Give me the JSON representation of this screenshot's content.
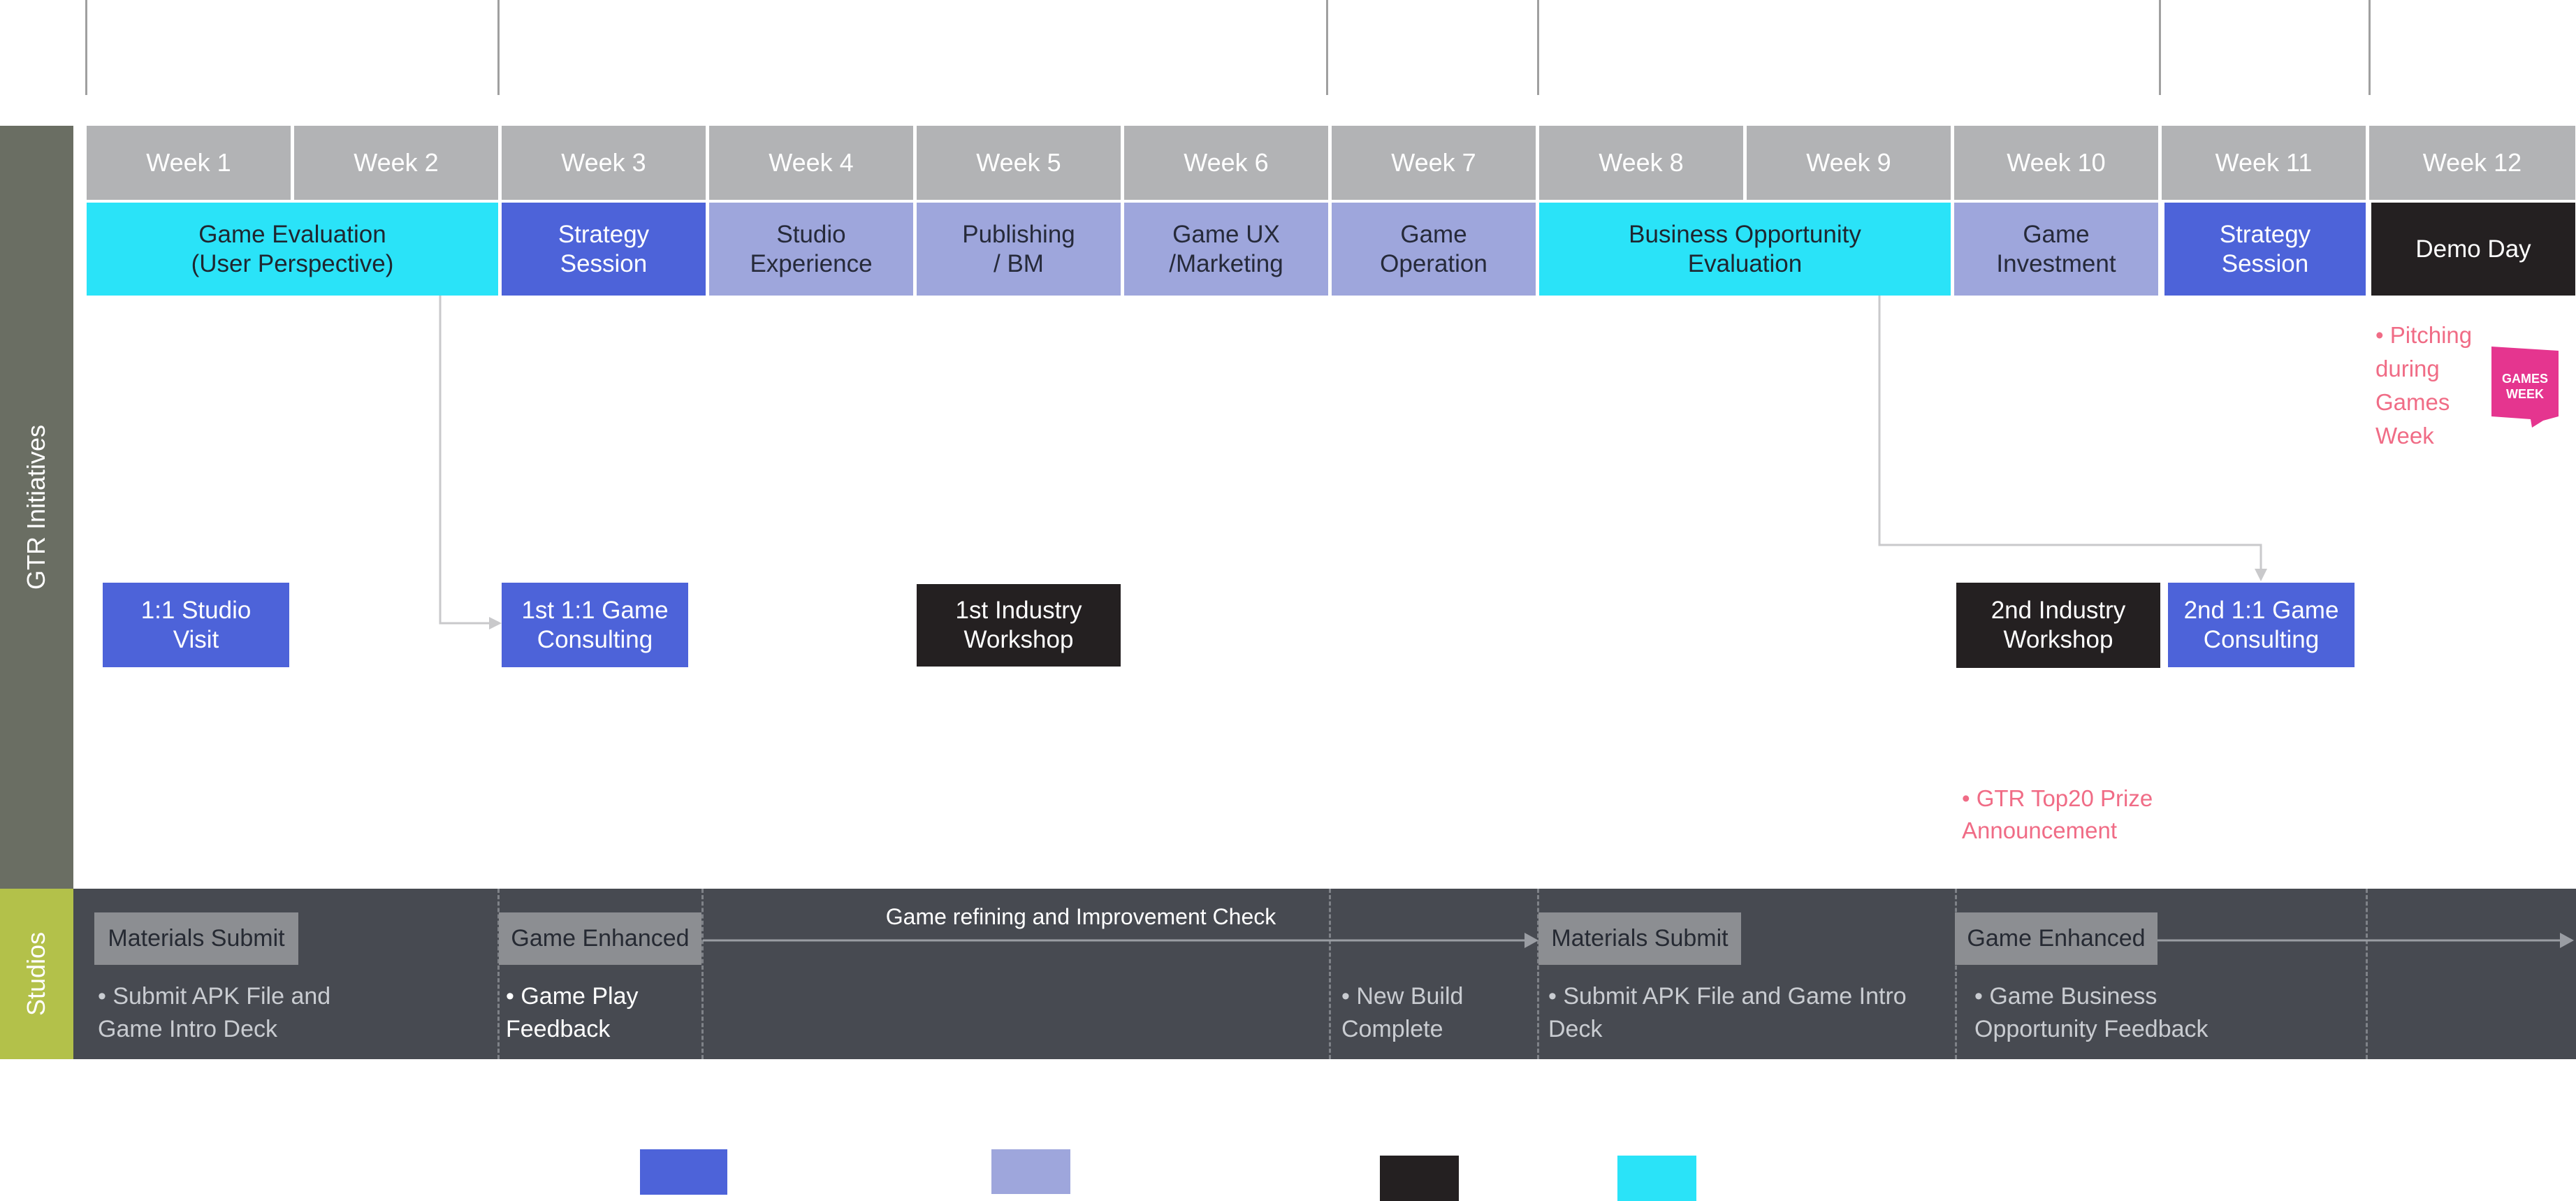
{
  "colors": {
    "week_header": "#b2b3b5",
    "strategy_blue": "#4d63d9",
    "lavender": "#9ea6dc",
    "dark": "#242021",
    "cyan": "#2ae3f8",
    "initiatives_sidebar": "#6a6e63",
    "studios_sidebar": "#b3c14a",
    "studios_band": "#474a51",
    "pink_note": "#f06c86"
  },
  "weeks": [
    "Week 1",
    "Week 2",
    "Week 3",
    "Week 4",
    "Week 5",
    "Week 6",
    "Week 7",
    "Week 8",
    "Week 9",
    "Week 10",
    "Week 11",
    "Week 12"
  ],
  "phases": [
    {
      "label": "Game Evaluation\n(User Perspective)",
      "color": "cyan"
    },
    {
      "label": "Strategy\nSession",
      "color": "blue"
    },
    {
      "label": "Studio\nExperience",
      "color": "lavender"
    },
    {
      "label": "Publishing\n/ BM",
      "color": "lavender"
    },
    {
      "label": "Game UX\n/Marketing",
      "color": "lavender"
    },
    {
      "label": "Game\nOperation",
      "color": "lavender"
    },
    {
      "label": "Business Opportunity\nEvaluation",
      "color": "cyan"
    },
    {
      "label": "Game\nInvestment",
      "color": "lavender"
    },
    {
      "label": "Strategy\nSession",
      "color": "blue"
    },
    {
      "label": "Demo Day",
      "color": "dark"
    }
  ],
  "sidebars": {
    "initiatives": "GTR Initiatives",
    "studios": "Studios"
  },
  "activities": [
    {
      "label": "1:1 Studio\nVisit",
      "color": "blue"
    },
    {
      "label": "1st 1:1 Game\nConsulting",
      "color": "blue"
    },
    {
      "label": "1st Industry\nWorkshop",
      "color": "dark"
    },
    {
      "label": "2nd Industry\nWorkshop",
      "color": "dark"
    },
    {
      "label": "2nd 1:1 Game\nConsulting",
      "color": "blue"
    }
  ],
  "notes": {
    "pitching": "• Pitching\n  during\n  Games\n  Week",
    "games_week_logo": "GAMES\nWEEK",
    "prize": "• GTR Top20 Prize\n  Announcement"
  },
  "studios": {
    "refining_label": "Game refining and Improvement Check",
    "tags": [
      "Materials Submit",
      "Game Enhanced",
      "Materials Submit",
      "Game Enhanced"
    ],
    "notes": [
      "• Submit APK File and\n  Game Intro Deck",
      "• Game Play\n  Feedback",
      "• New Build\n  Complete",
      "• Submit APK File and Game Intro\n  Deck",
      "• Game Business\n  Opportunity Feedback"
    ]
  }
}
